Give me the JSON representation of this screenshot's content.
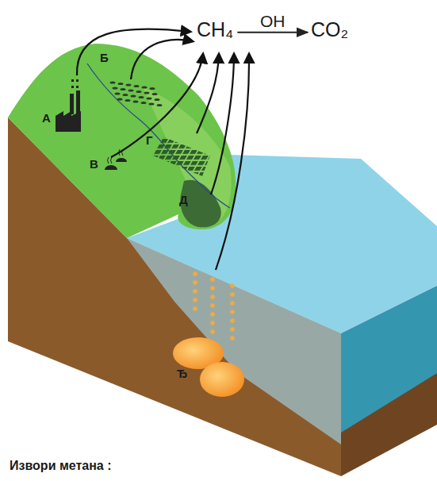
{
  "diagram": {
    "nodes": [
      {
        "text": [
          "CH₄"
        ]
      },
      {
        "text": [
          "CO₂"
        ]
      }
    ],
    "edges": [
      {
        "from": 0,
        "to": 1,
        "label": "OH",
        "arrow": "to"
      }
    ],
    "labels": [
      "А",
      "Б",
      "В",
      "Г",
      "Д",
      "Ђ",
      "Извори метана :"
    ]
  }
}
